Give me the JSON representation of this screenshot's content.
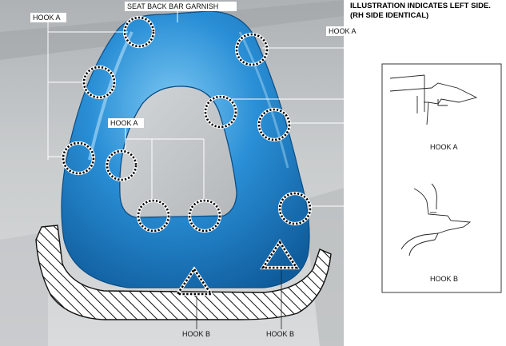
{
  "header": {
    "line1": "ILLUSTRATION INDICATES LEFT SIDE.",
    "line2": "(RH SIDE IDENTICAL)"
  },
  "labels": {
    "garnish": "SEAT BACK BAR GARNISH",
    "hook_a_left": "HOOK A",
    "hook_a_right": "HOOK A",
    "hook_a_center": "HOOK A",
    "hook_b_left": "HOOK B",
    "hook_b_right": "HOOK B"
  },
  "detail_panel": {
    "hook_a_caption": "HOOK A",
    "hook_b_caption": "HOOK B"
  },
  "colors": {
    "garnish_blue": "#2a8fd6",
    "garnish_dark": "#0f5c9c",
    "garnish_light": "#7cc8f2",
    "photo_gray": "#c4c7c9"
  }
}
